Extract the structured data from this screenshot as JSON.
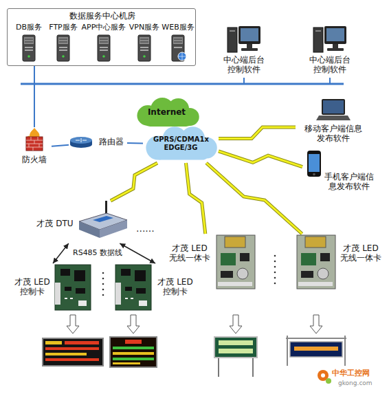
{
  "diagram": {
    "nodes": [
      {
        "text": [
          "数据服务中心机房"
        ]
      },
      {
        "text": [
          "DB服务"
        ],
        "in": 0
      },
      {
        "text": [
          "FTP服务"
        ],
        "in": 0
      },
      {
        "text": [
          "APP中心服务"
        ],
        "in": 0
      },
      {
        "text": [
          "VPN服务"
        ],
        "in": 0
      },
      {
        "text": [
          "WEB服务"
        ],
        "in": 0
      },
      {
        "text": [
          "中心端后台控制软件"
        ]
      },
      {
        "text": [
          "中心端后台控制软件"
        ]
      },
      {
        "text": [
          "防火墙"
        ]
      },
      {
        "text": [
          "路由器"
        ]
      },
      {
        "text": [
          "Internet"
        ]
      },
      {
        "text": [
          "GPRS/CDMA1x EDGE/3G"
        ]
      },
      {
        "text": [
          "移动客户端信息发布软件"
        ]
      },
      {
        "text": [
          "手机客户端信息发布软件"
        ]
      },
      {
        "text": [
          "才茂 DTU"
        ]
      },
      {
        "text": [
          "才茂 LED 控制卡"
        ]
      },
      {
        "text": [
          "才茂 LED 控制卡"
        ]
      },
      {
        "text": [
          "才茂 LED 无线一体卡"
        ]
      },
      {
        "text": [
          "才茂 LED 无线一体卡"
        ]
      }
    ],
    "edges": [
      {
        "from": 0,
        "to": 8,
        "arrow": "none"
      },
      {
        "from": 6,
        "to": 8,
        "arrow": "none"
      },
      {
        "from": 7,
        "to": 8,
        "arrow": "none"
      },
      {
        "from": 8,
        "to": 9,
        "arrow": "none"
      },
      {
        "from": 9,
        "to": 11,
        "arrow": "none"
      },
      {
        "from": 11,
        "to": 12,
        "arrow": "none"
      },
      {
        "from": 11,
        "to": 13,
        "arrow": "none"
      },
      {
        "from": 11,
        "to": 14,
        "arrow": "none"
      },
      {
        "from": 11,
        "to": 17,
        "arrow": "none"
      },
      {
        "from": 11,
        "to": 18,
        "arrow": "none"
      },
      {
        "from": 14,
        "to": 15,
        "arrow": "both"
      },
      {
        "from": 14,
        "to": 16,
        "arrow": "both"
      }
    ],
    "labels": [
      "RS485 数据线",
      "......",
      "中华工控网",
      "gkong.com"
    ]
  }
}
